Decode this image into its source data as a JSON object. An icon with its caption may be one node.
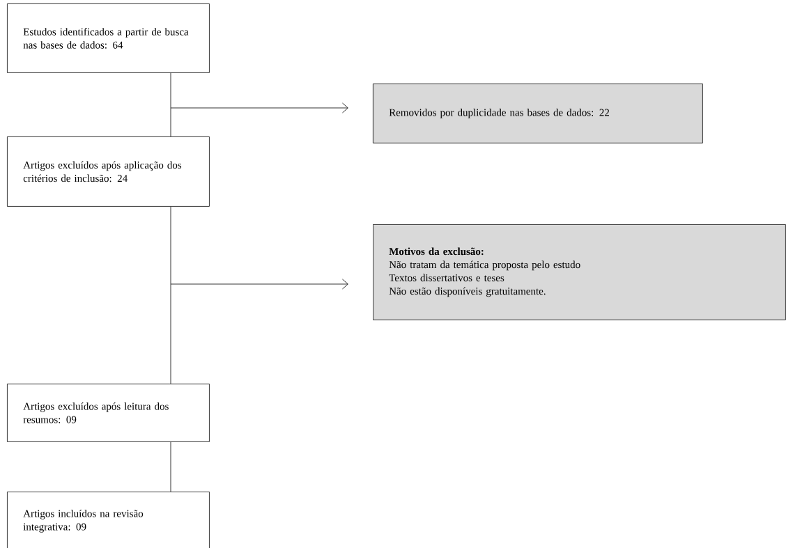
{
  "diagram": {
    "nodes": [
      {
        "text": [
          "Estudos identificados a partir de busca nas bases de dados: 64"
        ]
      },
      {
        "text": [
          "Removidos por duplicidade nas bases de dados: 22"
        ]
      },
      {
        "text": [
          "Artigos excluídos após aplicação dos critérios de inclusão: 24"
        ]
      },
      {
        "text": [
          "Motivos da exclusão:",
          "Não tratam da temática proposta pelo estudo",
          "Textos dissertativos e teses",
          "Não estão disponíveis gratuitamente."
        ]
      },
      {
        "text": [
          "Artigos excluídos após leitura dos resumos: 09"
        ]
      },
      {
        "text": [
          "Artigos incluídos na revisão integrativa: 09"
        ]
      }
    ],
    "edges": [
      {
        "from": 0,
        "to": 2,
        "arrow": "none"
      },
      {
        "from": null,
        "to": 1,
        "arrow": "to"
      },
      {
        "from": 2,
        "to": 4,
        "arrow": "none"
      },
      {
        "from": null,
        "to": 3,
        "arrow": "to"
      },
      {
        "from": 4,
        "to": 5,
        "arrow": "none"
      }
    ]
  }
}
